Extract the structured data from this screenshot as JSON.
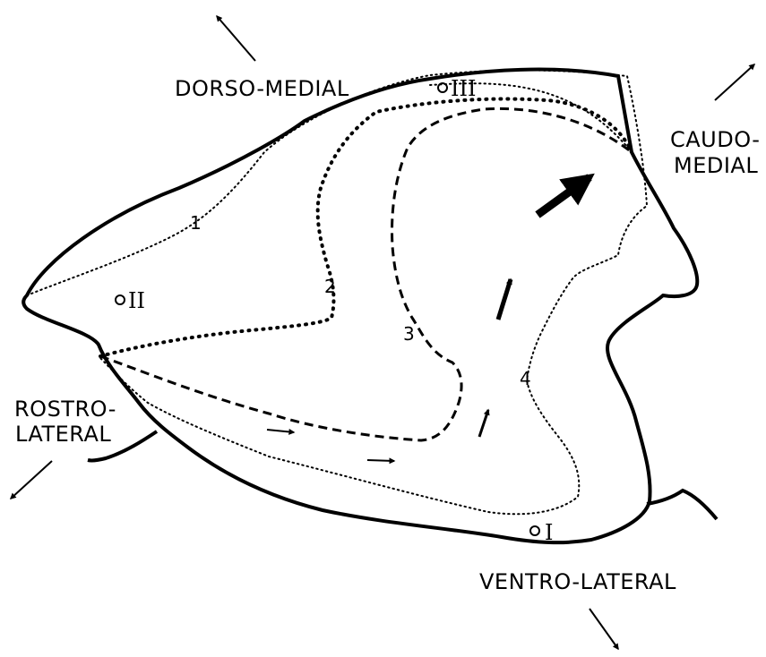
{
  "directions": {
    "dorso_medial": "DORSO-MEDIAL",
    "caudo_medial_1": "CAUDO-",
    "caudo_medial_2": "MEDIAL",
    "rostro_lateral_1": "ROSTRO-",
    "rostro_lateral_2": "LATERAL",
    "ventro_lateral": "VENTRO-LATERAL"
  },
  "contours": {
    "c1": "1",
    "c2": "2",
    "c3": "3",
    "c4": "4"
  },
  "sites": {
    "s1": "I",
    "s2": "II",
    "s3": "III"
  }
}
